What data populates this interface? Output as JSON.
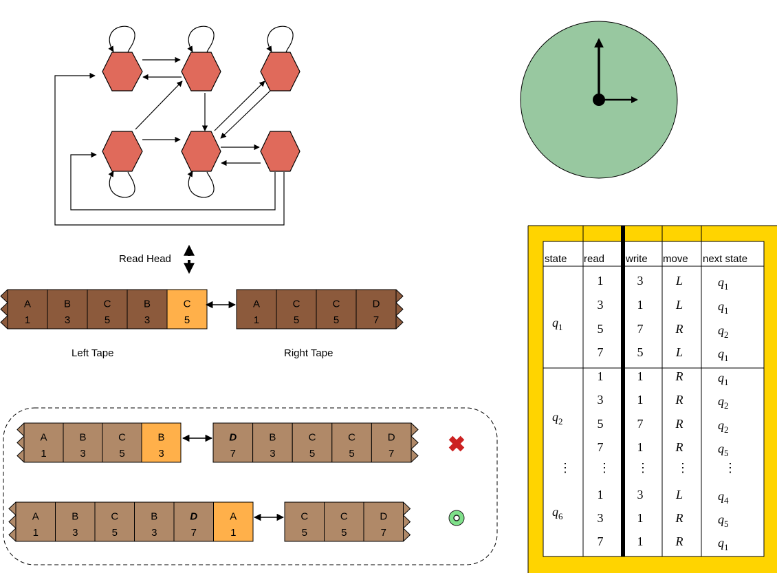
{
  "colors": {
    "state_fill": "#e06a5b",
    "clock_face": "#98c8a0",
    "tape_dark": "#8c5a3c",
    "tape_light": "#b08968",
    "tape_highlight": "#ffb04a",
    "table_frame": "#ffd400",
    "reject_icon": "#cc2222",
    "accept_icon": "#7fe08a"
  },
  "labels": {
    "read_head": "Read Head",
    "left_tape": "Left Tape",
    "right_tape": "Right Tape"
  },
  "main_tape": {
    "left": [
      [
        "A",
        "1"
      ],
      [
        "B",
        "3"
      ],
      [
        "C",
        "5"
      ],
      [
        "B",
        "3"
      ],
      [
        "C",
        "5"
      ]
    ],
    "right": [
      [
        "A",
        "1"
      ],
      [
        "C",
        "5"
      ],
      [
        "C",
        "5"
      ],
      [
        "D",
        "7"
      ]
    ]
  },
  "option_reject": {
    "left": [
      [
        "A",
        "1"
      ],
      [
        "B",
        "3"
      ],
      [
        "C",
        "5"
      ],
      [
        "B",
        "3"
      ]
    ],
    "right": [
      [
        "D",
        "7"
      ],
      [
        "B",
        "3"
      ],
      [
        "C",
        "5"
      ],
      [
        "C",
        "5"
      ],
      [
        "D",
        "7"
      ]
    ],
    "icon": "cross-icon"
  },
  "option_accept": {
    "left": [
      [
        "A",
        "1"
      ],
      [
        "B",
        "3"
      ],
      [
        "C",
        "5"
      ],
      [
        "B",
        "3"
      ],
      [
        "D",
        "7"
      ],
      [
        "A",
        "1"
      ]
    ],
    "right": [
      [
        "C",
        "5"
      ],
      [
        "C",
        "5"
      ],
      [
        "D",
        "7"
      ]
    ],
    "icon": "target-icon"
  },
  "transition_table": {
    "headers": [
      "state",
      "read",
      "write",
      "move",
      "next state"
    ],
    "groups": [
      {
        "state": "q",
        "sub": "1",
        "rows": [
          [
            "1",
            "3",
            "L",
            "q",
            "1"
          ],
          [
            "3",
            "1",
            "L",
            "q",
            "1"
          ],
          [
            "5",
            "7",
            "R",
            "q",
            "2"
          ],
          [
            "7",
            "5",
            "L",
            "q",
            "1"
          ]
        ]
      },
      {
        "state": "q",
        "sub": "2",
        "rows": [
          [
            "1",
            "1",
            "R",
            "q",
            "1"
          ],
          [
            "3",
            "1",
            "R",
            "q",
            "2"
          ],
          [
            "5",
            "7",
            "R",
            "q",
            "2"
          ],
          [
            "7",
            "1",
            "R",
            "q",
            "5"
          ]
        ]
      },
      {
        "state": "q",
        "sub": "6",
        "rows": [
          [
            "1",
            "3",
            "L",
            "q",
            "4"
          ],
          [
            "3",
            "1",
            "R",
            "q",
            "5"
          ],
          [
            "7",
            "1",
            "R",
            "q",
            "1"
          ]
        ]
      }
    ],
    "ellipsis": "⋮"
  }
}
